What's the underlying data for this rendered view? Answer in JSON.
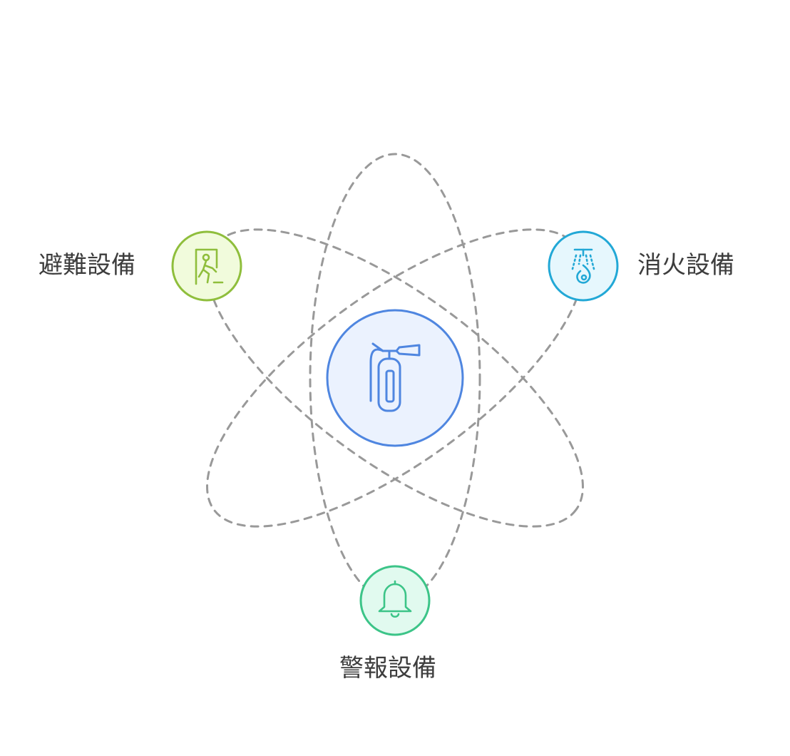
{
  "diagram": {
    "center": {
      "icon": "fire-extinguisher-icon",
      "stroke": "#4f86e0",
      "fill": "#ebf2fe"
    },
    "nodes": [
      {
        "id": "evacuation",
        "label": "避難設備",
        "icon": "emergency-exit-icon",
        "stroke": "#8fbe3c",
        "fill": "#f1fbdc"
      },
      {
        "id": "extinguishing",
        "label": "消火設備",
        "icon": "sprinkler-icon",
        "stroke": "#22a8d6",
        "fill": "#e6f7fd"
      },
      {
        "id": "alarm",
        "label": "警報設備",
        "icon": "bell-icon",
        "stroke": "#3cc488",
        "fill": "#e1faef"
      }
    ],
    "orbit_color": "#999999"
  }
}
